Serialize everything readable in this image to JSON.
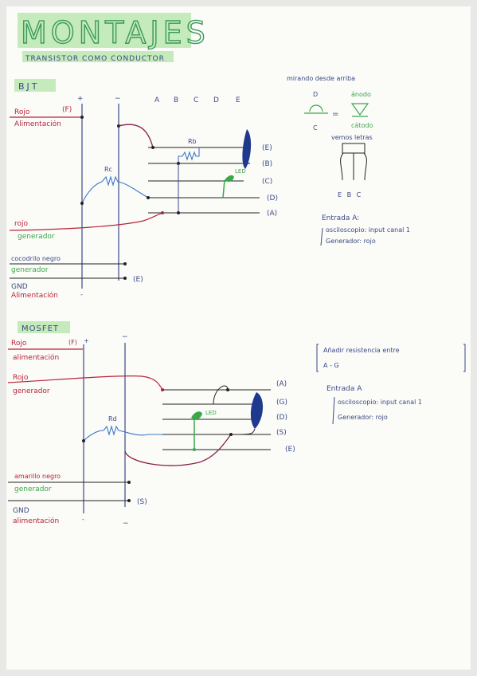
{
  "title": "MONTAJES",
  "subtitle": "TRANSISTOR COMO CONDUCTOR",
  "colors": {
    "paper": "#fbfbf8",
    "ink": "#3a4a86",
    "red": "#b8243a",
    "maroon": "#8a1f4c",
    "green": "#3aa84a",
    "highlight": "#bfe8b4",
    "black": "#222222",
    "blue_wire": "#3a78c8",
    "navy": "#1f3a8c"
  },
  "bjt": {
    "label": "BJT",
    "col_labels": [
      "A",
      "B",
      "C",
      "D",
      "E"
    ],
    "plus": "+",
    "minus": "−",
    "rojo": "Rojo",
    "f_mark": "(F)",
    "alimentacion": "Alimentación",
    "rojo2": "rojo",
    "generador": "generador",
    "cocodrilo": "cocodrilo negro",
    "generador2": "generador",
    "e_mark": "(E)",
    "gnd": "GND",
    "alimentacion2": "Alimentación",
    "gnd_minus": "-",
    "row_labels": [
      "(E)",
      "(B)",
      "(C)",
      "(D)",
      "(A)"
    ],
    "rb": "Rb",
    "rc": "Rc",
    "led": "LED",
    "mirando": "mirando desde arriba",
    "d": "D",
    "anodo": "ánodo",
    "equals": "=",
    "c": "C",
    "catodo": "cátodo",
    "vemos": "vemos letras",
    "ebc": "E  B  C",
    "entrada": "Entrada A:",
    "osc": "osciloscopio: input canal 1",
    "gen": "Generador: rojo"
  },
  "mosfet": {
    "label": "MOSFET",
    "rojo": "Rojo",
    "f_mark": "(F)",
    "plus": "+",
    "minus": "−",
    "alimentacion": "alimentación",
    "rojo2": "Rojo",
    "generador": "generador",
    "row_labels": [
      "(A)",
      "(G)",
      "(D)",
      "(S)",
      "(E)"
    ],
    "rd": "Rd",
    "led": "LED",
    "amarillo": "amarillo negro",
    "generador2": "generador",
    "s_mark": "(S)",
    "gnd": "GND",
    "alimentacion2": "alimentación",
    "gnd_minus": "-",
    "minus2": "−",
    "anadir_1": "Añadir resistencia entre",
    "anadir_2": "A - G",
    "entrada": "Entrada A",
    "osc": "osciloscopio: input canal 1",
    "gen": "Generador: rojo"
  }
}
